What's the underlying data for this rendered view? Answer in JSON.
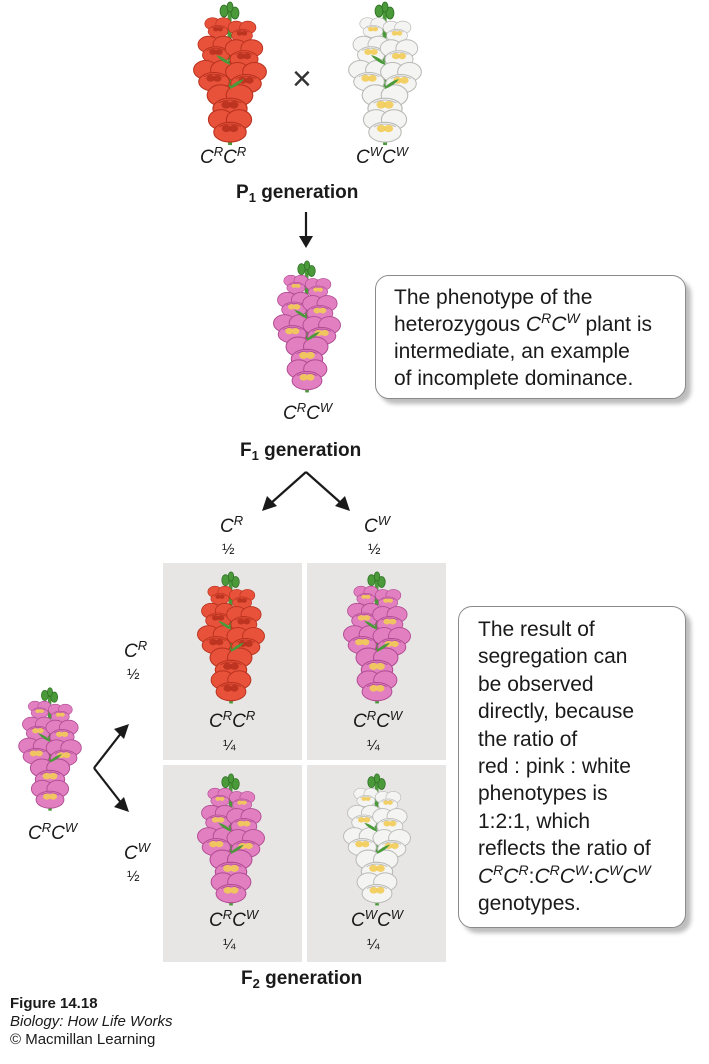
{
  "colors": {
    "red_petal": "#e8523a",
    "red_dark": "#b8321f",
    "pink_petal": "#e27fc0",
    "pink_dark": "#b04b93",
    "white_petal": "#f4f4f2",
    "white_dark": "#b9b9b6",
    "stem": "#4a9a3a",
    "center": "#f2cc55",
    "cell_bg": "#e8e6e4"
  },
  "cross_symbol": "×",
  "parent_red": {
    "genotype": [
      "C",
      "R",
      "C",
      "R"
    ]
  },
  "parent_white": {
    "genotype": [
      "C",
      "W",
      "C",
      "W"
    ]
  },
  "p1_label": {
    "letter": "P",
    "sub": "1",
    "rest": " generation"
  },
  "f1": {
    "genotype": [
      "C",
      "R",
      "C",
      "W"
    ]
  },
  "f1_label": {
    "letter": "F",
    "sub": "1",
    "rest": " generation"
  },
  "f2_label": {
    "letter": "F",
    "sub": "2",
    "rest": " generation"
  },
  "callout_f1": {
    "line1": "The phenotype of the",
    "line2_pre": "heterozygous ",
    "line2_geno": [
      "C",
      "R",
      "C",
      "W"
    ],
    "line2_post": " plant is",
    "line3": "intermediate, an example",
    "line4": "of incomplete dominance."
  },
  "gametes_top": [
    {
      "allele": [
        "C",
        "R"
      ],
      "fraction": "½"
    },
    {
      "allele": [
        "C",
        "W"
      ],
      "fraction": "½"
    }
  ],
  "gametes_left": [
    {
      "allele": [
        "C",
        "R"
      ],
      "fraction": "½"
    },
    {
      "allele": [
        "C",
        "W"
      ],
      "fraction": "½"
    }
  ],
  "left_parent": {
    "genotype": [
      "C",
      "R",
      "C",
      "W"
    ]
  },
  "punnett": [
    {
      "genotype": [
        "C",
        "R",
        "C",
        "R"
      ],
      "fraction": "¼",
      "phenotype": "red"
    },
    {
      "genotype": [
        "C",
        "R",
        "C",
        "W"
      ],
      "fraction": "¼",
      "phenotype": "pink"
    },
    {
      "genotype": [
        "C",
        "R",
        "C",
        "W"
      ],
      "fraction": "¼",
      "phenotype": "pink"
    },
    {
      "genotype": [
        "C",
        "W",
        "C",
        "W"
      ],
      "fraction": "¼",
      "phenotype": "white"
    }
  ],
  "callout_f2": {
    "lines": [
      "The result of",
      "segregation can",
      "be observed",
      "directly, because",
      "the ratio of",
      "red : pink : white",
      "phenotypes is",
      "1:2:1, which",
      "reflects the ratio of"
    ],
    "ratio_genos": [
      [
        "C",
        "R",
        "C",
        "R"
      ],
      [
        "C",
        "R",
        "C",
        "W"
      ],
      [
        "C",
        "W",
        "C",
        "W"
      ]
    ],
    "ratio_sep": ":",
    "last_line": "genotypes."
  },
  "caption": {
    "figure": "Figure 14.18",
    "book": "Biology: How Life Works",
    "publisher": "© Macmillan Learning"
  }
}
